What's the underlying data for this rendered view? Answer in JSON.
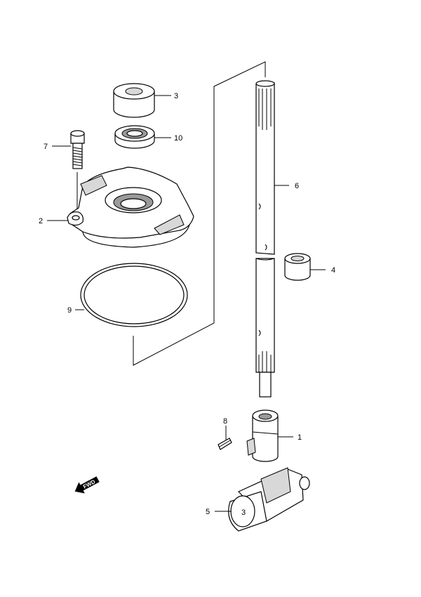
{
  "callouts": [
    {
      "id": "1",
      "label": "1"
    },
    {
      "id": "2",
      "label": "2"
    },
    {
      "id": "3",
      "label": "3"
    },
    {
      "id": "4",
      "label": "4"
    },
    {
      "id": "5",
      "label": "5"
    },
    {
      "id": "6",
      "label": "6"
    },
    {
      "id": "7",
      "label": "7"
    },
    {
      "id": "8",
      "label": "8"
    },
    {
      "id": "9",
      "label": "9"
    },
    {
      "id": "10",
      "label": "10"
    }
  ],
  "direction_arrow": {
    "label": "FWD"
  }
}
